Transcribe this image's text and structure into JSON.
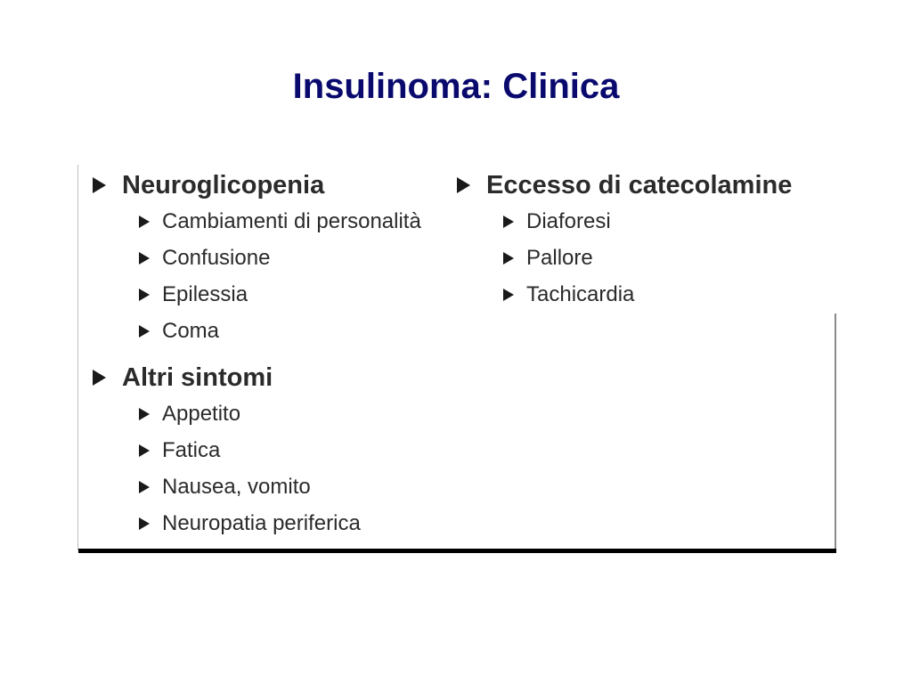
{
  "slide": {
    "title": "Insulinoma: Clinica"
  },
  "left_column": {
    "groups": [
      {
        "heading": "Neuroglicopenia",
        "items": [
          "Cambiamenti di personalità",
          "Confusione",
          "Epilessia",
          "Coma"
        ]
      },
      {
        "heading": "Altri sintomi",
        "items": [
          "Appetito",
          "Fatica",
          "Nausea, vomito",
          "Neuropatia periferica"
        ]
      }
    ]
  },
  "right_column": {
    "groups": [
      {
        "heading": "Eccesso di catecolamine",
        "items": [
          "Diaforesi",
          "Pallore",
          "Tachicardia"
        ]
      }
    ]
  },
  "colors": {
    "title": "#0a0a6e",
    "text": "#2b2b2b",
    "bullet": "#1a1a1a"
  },
  "icons": {
    "bullet": "triangle-right-icon"
  }
}
